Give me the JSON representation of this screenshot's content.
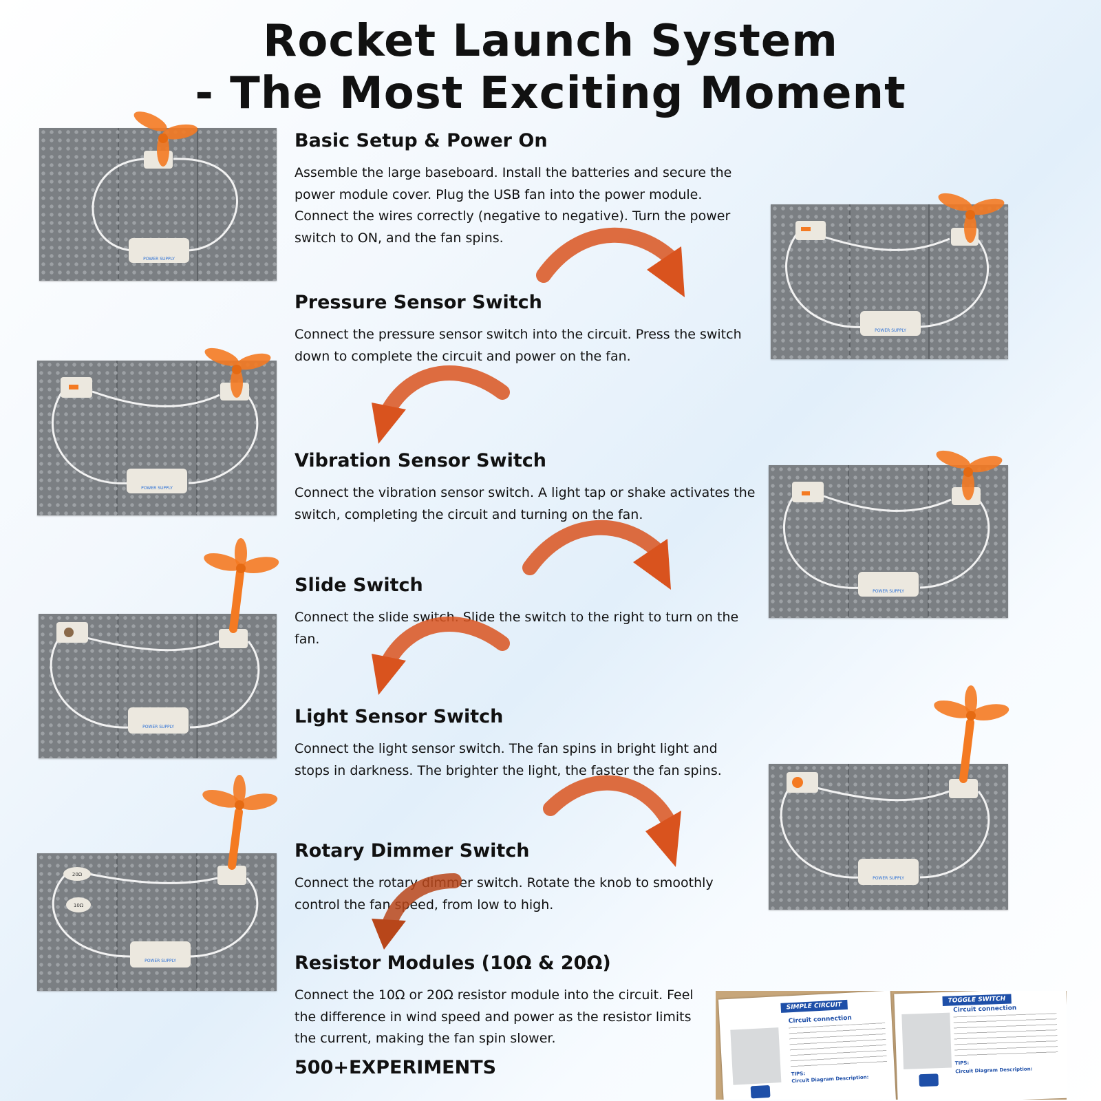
{
  "title_line1": "Rocket Launch System",
  "title_line2": "- The Most Exciting Moment",
  "steps": [
    {
      "heading": "Basic Setup & Power On",
      "body": "Assemble the large baseboard. Install the batteries and secure the power module cover. Plug the USB fan into the power module. Connect the wires correctly (negative to negative). Turn the power switch to ON, and the fan spins."
    },
    {
      "heading": "Pressure Sensor Switch",
      "body": "Connect the pressure sensor switch into the circuit. Press the switch down to complete the circuit and power on the fan."
    },
    {
      "heading": "Vibration Sensor Switch",
      "body": "Connect the vibration sensor switch. A light tap or shake activates the switch, completing the circuit and turning on the fan."
    },
    {
      "heading": "Slide Switch",
      "body": "Connect the slide switch. Slide the switch to the right to turn on the fan."
    },
    {
      "heading": "Light Sensor Switch",
      "body": "Connect the light sensor switch. The fan spins in bright light and stops in darkness. The brighter the light, the faster the fan spins."
    },
    {
      "heading": "Rotary Dimmer Switch",
      "body": "Connect the rotary dimmer switch. Rotate the knob to smoothly control the fan speed, from low to high."
    },
    {
      "heading": "Resistor Modules (10Ω & 20Ω)",
      "body": "Connect the 10Ω or 20Ω resistor module into the circuit. Feel the difference in wind speed and power as the resistor limits the current, making the fan spin slower."
    }
  ],
  "footer": "500+EXPERIMENTS",
  "photo_label": "POWER SUPPLY",
  "resistor_labels": [
    "20Ω",
    "10Ω"
  ],
  "cards": [
    {
      "banner": "SIMPLE CIRCUIT",
      "heading": "Circuit connection",
      "tips": "TIPS:",
      "desc": "Circuit Diagram Description:"
    },
    {
      "banner": "TOGGLE SWITCH",
      "heading": "Circuit connection",
      "tips": "TIPS:",
      "desc": "Circuit Diagram Description:"
    }
  ],
  "colors": {
    "fan": "#f47a22",
    "arrow": "#d9531e",
    "board": "#7b7f83"
  }
}
